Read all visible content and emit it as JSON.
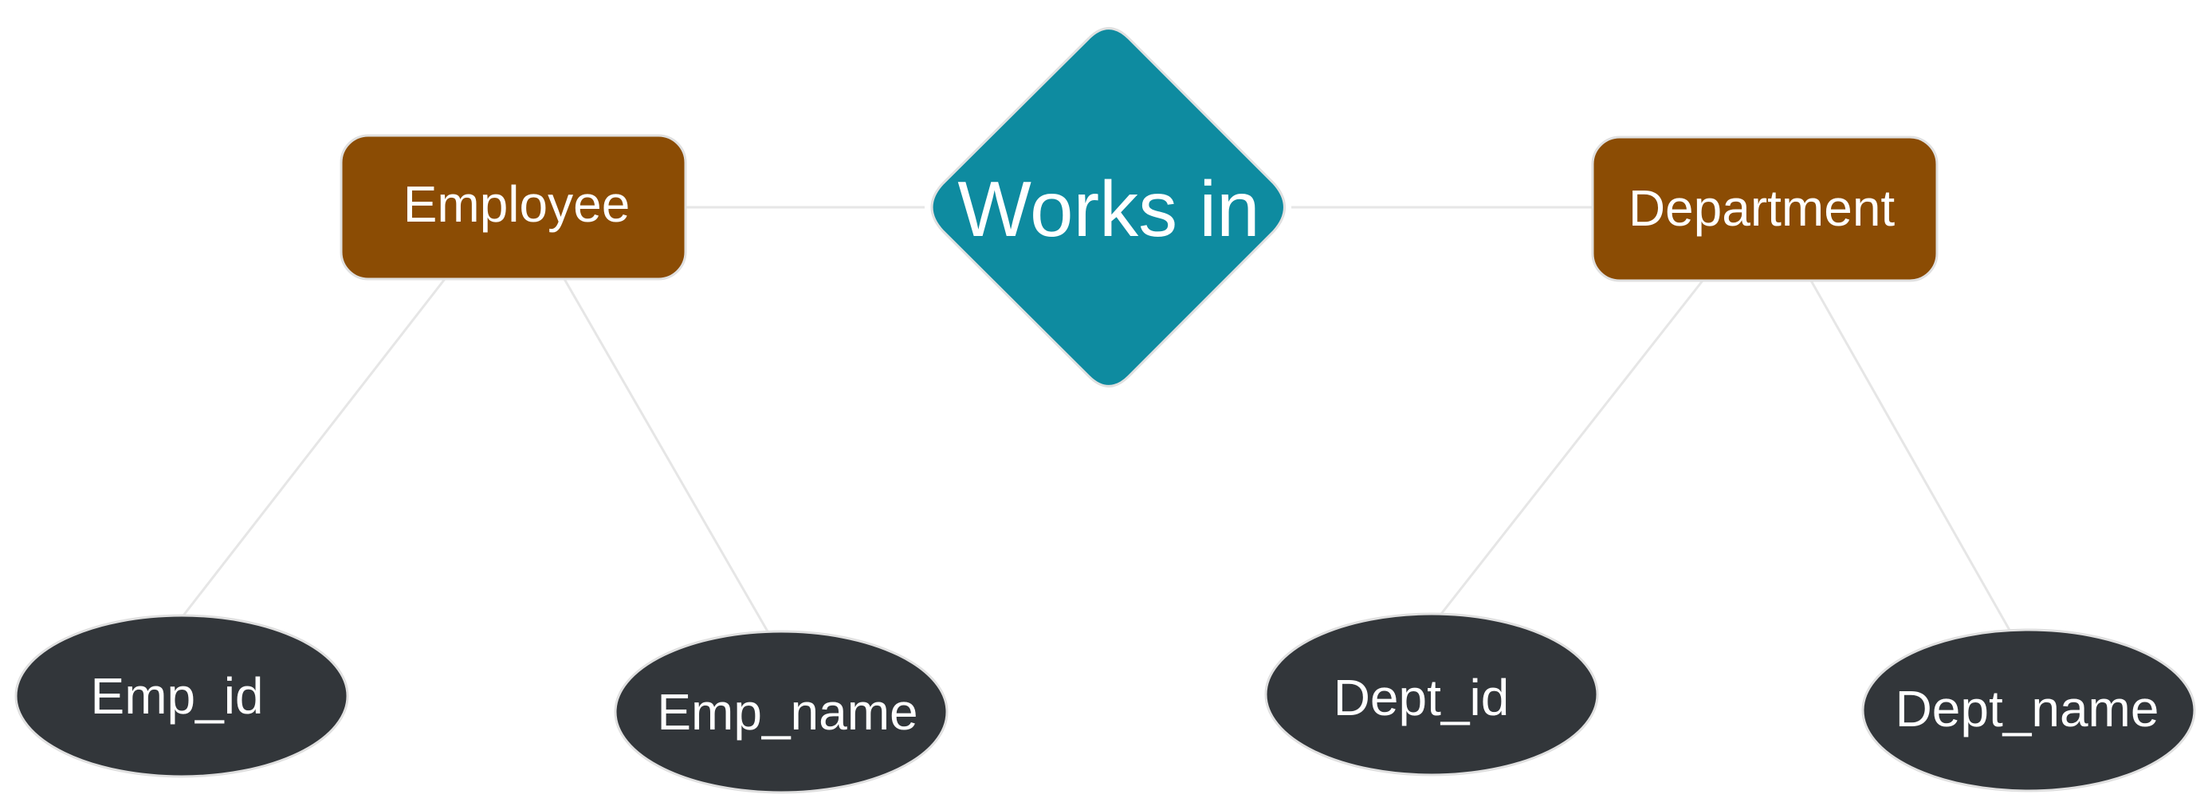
{
  "colors": {
    "entity_fill": "#8b4c04",
    "relationship_fill": "#0e8ba0",
    "attribute_fill": "#32363a",
    "text": "#ffffff",
    "connector": "#e6e6e6"
  },
  "relationship": {
    "label": "Works in"
  },
  "entities": {
    "employee": {
      "label": "Employee"
    },
    "department": {
      "label": "Department"
    }
  },
  "attributes": {
    "emp_id": {
      "label": "Emp_id"
    },
    "emp_name": {
      "label": "Emp_name"
    },
    "dept_id": {
      "label": "Dept_id"
    },
    "dept_name": {
      "label": "Dept_name"
    }
  }
}
